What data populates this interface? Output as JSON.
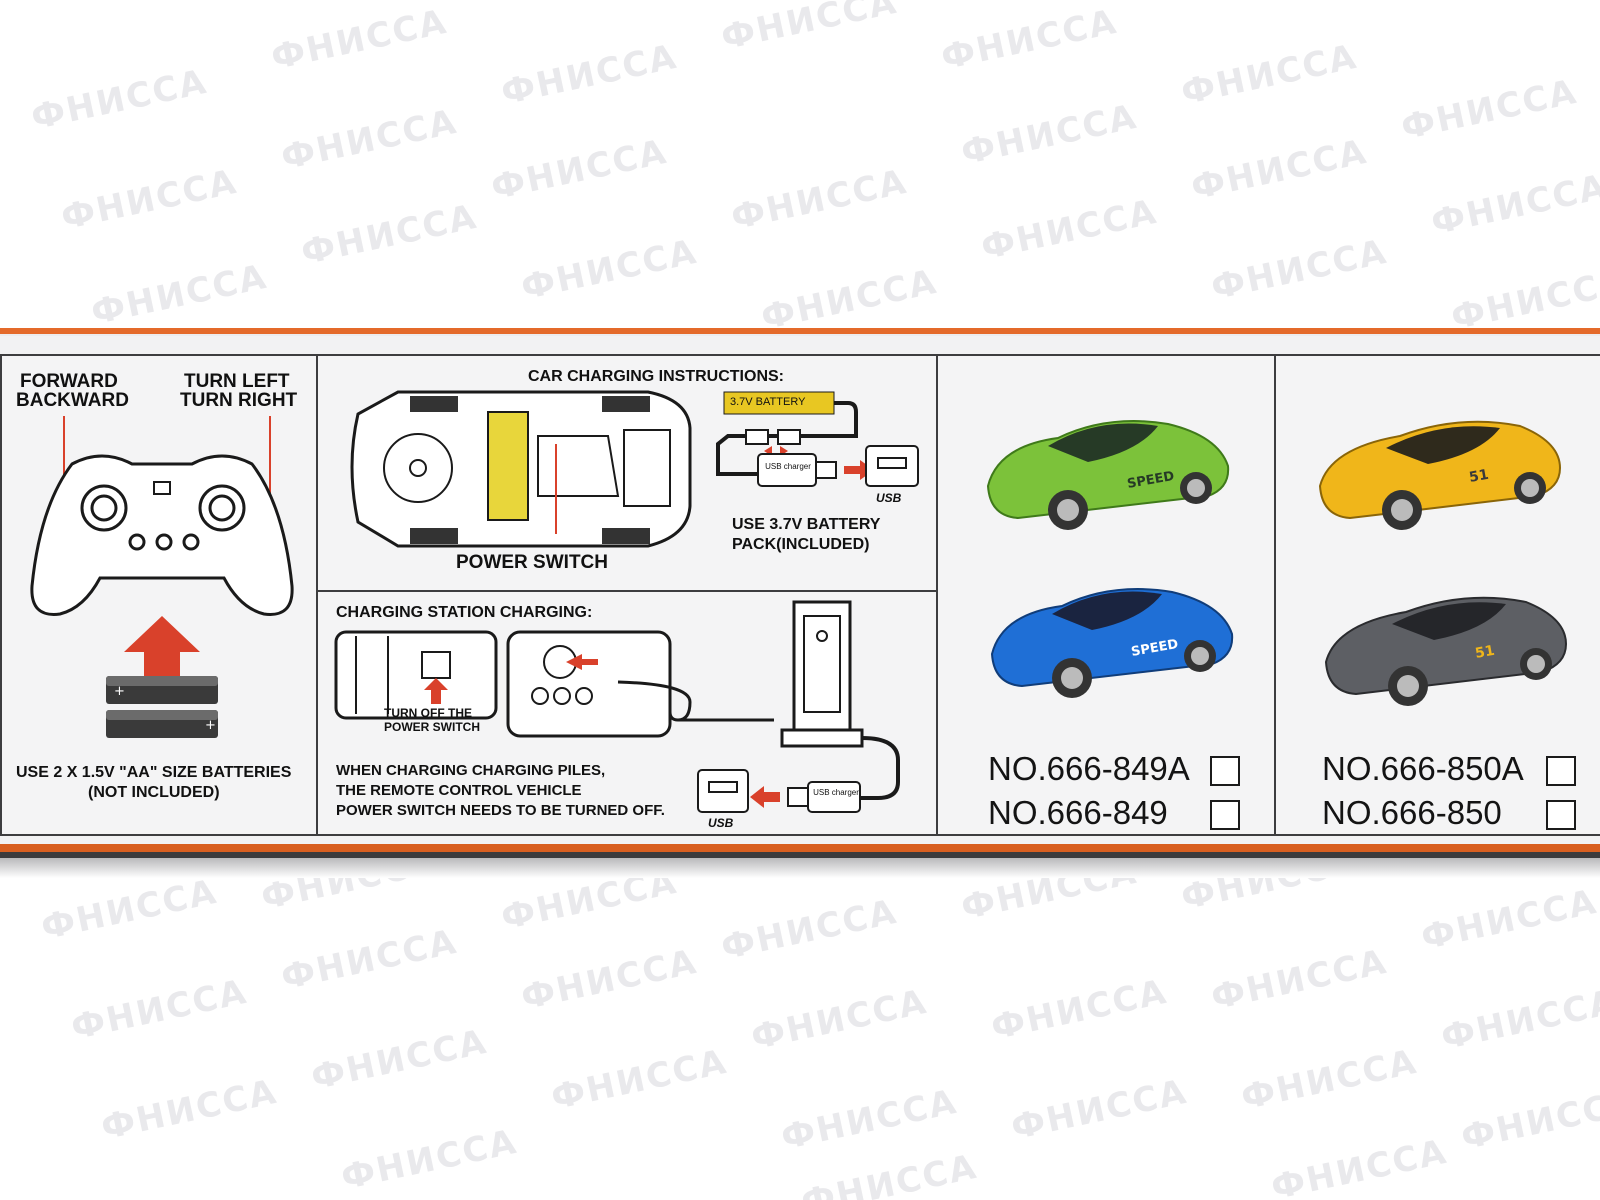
{
  "watermark": {
    "text": "ФНИССА"
  },
  "remote_panel": {
    "label_left_line1": "FORWARD",
    "label_left_line2": "BACKWARD",
    "label_right_line1": "TURN LEFT",
    "label_right_line2": "TURN RIGHT",
    "battery_note_line1": "USE 2 X 1.5V \"AA\" SIZE BATTERIES",
    "battery_note_line2": "(NOT INCLUDED)"
  },
  "car_charging": {
    "title": "CAR CHARGING INSTRUCTIONS:",
    "battery_label": "3.7V BATTERY",
    "power_switch": "POWER SWITCH",
    "usb_charger_label": "USB charger",
    "usb_icon_label": "USB",
    "note_line1": "USE 3.7V BATTERY",
    "note_line2": "PACK(INCLUDED)"
  },
  "station_charging": {
    "title": "CHARGING STATION CHARGING:",
    "turn_off_line1": "TURN OFF THE",
    "turn_off_line2": "POWER SWITCH",
    "usb_charger_label": "USB charger",
    "usb_icon_label": "USB",
    "note_line1": "WHEN CHARGING CHARGING PILES,",
    "note_line2": "THE REMOTE CONTROL VEHICLE",
    "note_line3": "POWER SWITCH NEEDS TO BE TURNED OFF."
  },
  "models_a": {
    "car1_color": "#7cc23a",
    "car2_color": "#1f6fd6",
    "car_text": "SPEED",
    "model1": "NO.666-849A",
    "model2": "NO.666-849"
  },
  "models_b": {
    "car1_color": "#f0b61a",
    "car2_color": "#5d5f64",
    "car_text": "51",
    "model1": "NO.666-850A",
    "model2": "NO.666-850"
  },
  "colors": {
    "orange_edge": "#e46a2a",
    "arrow_red": "#d9412b"
  }
}
